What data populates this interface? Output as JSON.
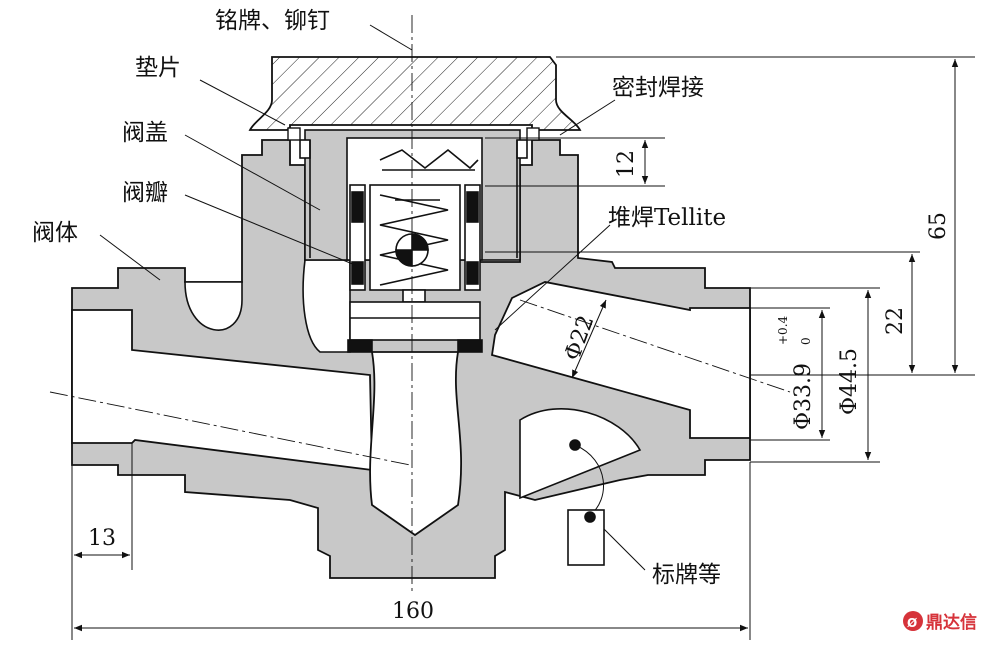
{
  "labels": {
    "nameplate_rivet": "铭牌、铆钉",
    "gasket": "垫片",
    "seal_weld": "密封焊接",
    "bonnet": "阀盖",
    "valve_disc": "阀瓣",
    "overlay_weld": "堆焊Tellite",
    "valve_body": "阀体",
    "tag_plate": "标牌等"
  },
  "dimensions": {
    "d12": "12",
    "d65": "65",
    "d22": "22",
    "phi22": "Φ22",
    "phi33_9": "Φ33.9",
    "tol_upper": "+0.4",
    "tol_lower": "0",
    "phi44_5": "Φ44.5",
    "d13": "13",
    "d160": "160"
  },
  "watermark": "鼎达信",
  "colors": {
    "body_fill": "#c8c8c8",
    "line": "#111111",
    "watermark": "#d6333a"
  }
}
